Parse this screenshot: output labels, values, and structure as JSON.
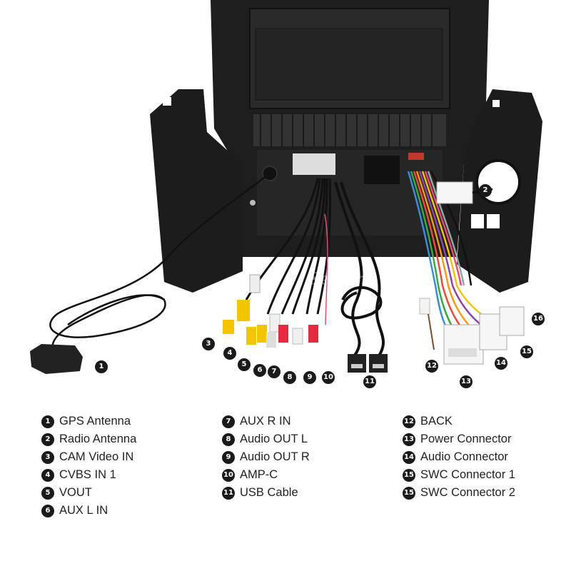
{
  "watermark": "Seicane",
  "markers": [
    {
      "n": "1"
    },
    {
      "n": "2"
    },
    {
      "n": "3"
    },
    {
      "n": "4"
    },
    {
      "n": "5"
    },
    {
      "n": "6"
    },
    {
      "n": "7"
    },
    {
      "n": "8"
    },
    {
      "n": "9"
    },
    {
      "n": "10"
    },
    {
      "n": "11"
    },
    {
      "n": "12"
    },
    {
      "n": "13"
    },
    {
      "n": "14"
    },
    {
      "n": "15"
    },
    {
      "n": "16"
    }
  ],
  "legend": {
    "col1": [
      {
        "n": "1",
        "label": "GPS Antenna"
      },
      {
        "n": "2",
        "label": "Radio Antenna"
      },
      {
        "n": "3",
        "label": "CAM Video IN"
      },
      {
        "n": "4",
        "label": "CVBS IN 1"
      },
      {
        "n": "5",
        "label": "VOUT"
      },
      {
        "n": "6",
        "label": "AUX L IN"
      }
    ],
    "col2": [
      {
        "n": "7",
        "label": "AUX R IN"
      },
      {
        "n": "8",
        "label": "Audio OUT L"
      },
      {
        "n": "9",
        "label": "Audio OUT R"
      },
      {
        "n": "10",
        "label": "AMP-C"
      },
      {
        "n": "11",
        "label": "USB Cable"
      }
    ],
    "col3": [
      {
        "n": "12",
        "label": "BACK"
      },
      {
        "n": "13",
        "label": "Power Connector"
      },
      {
        "n": "14",
        "label": "Audio Connector"
      },
      {
        "n": "15",
        "label": "SWC Connector 1"
      },
      {
        "n": "15",
        "label": "SWC Connector 2"
      }
    ]
  }
}
